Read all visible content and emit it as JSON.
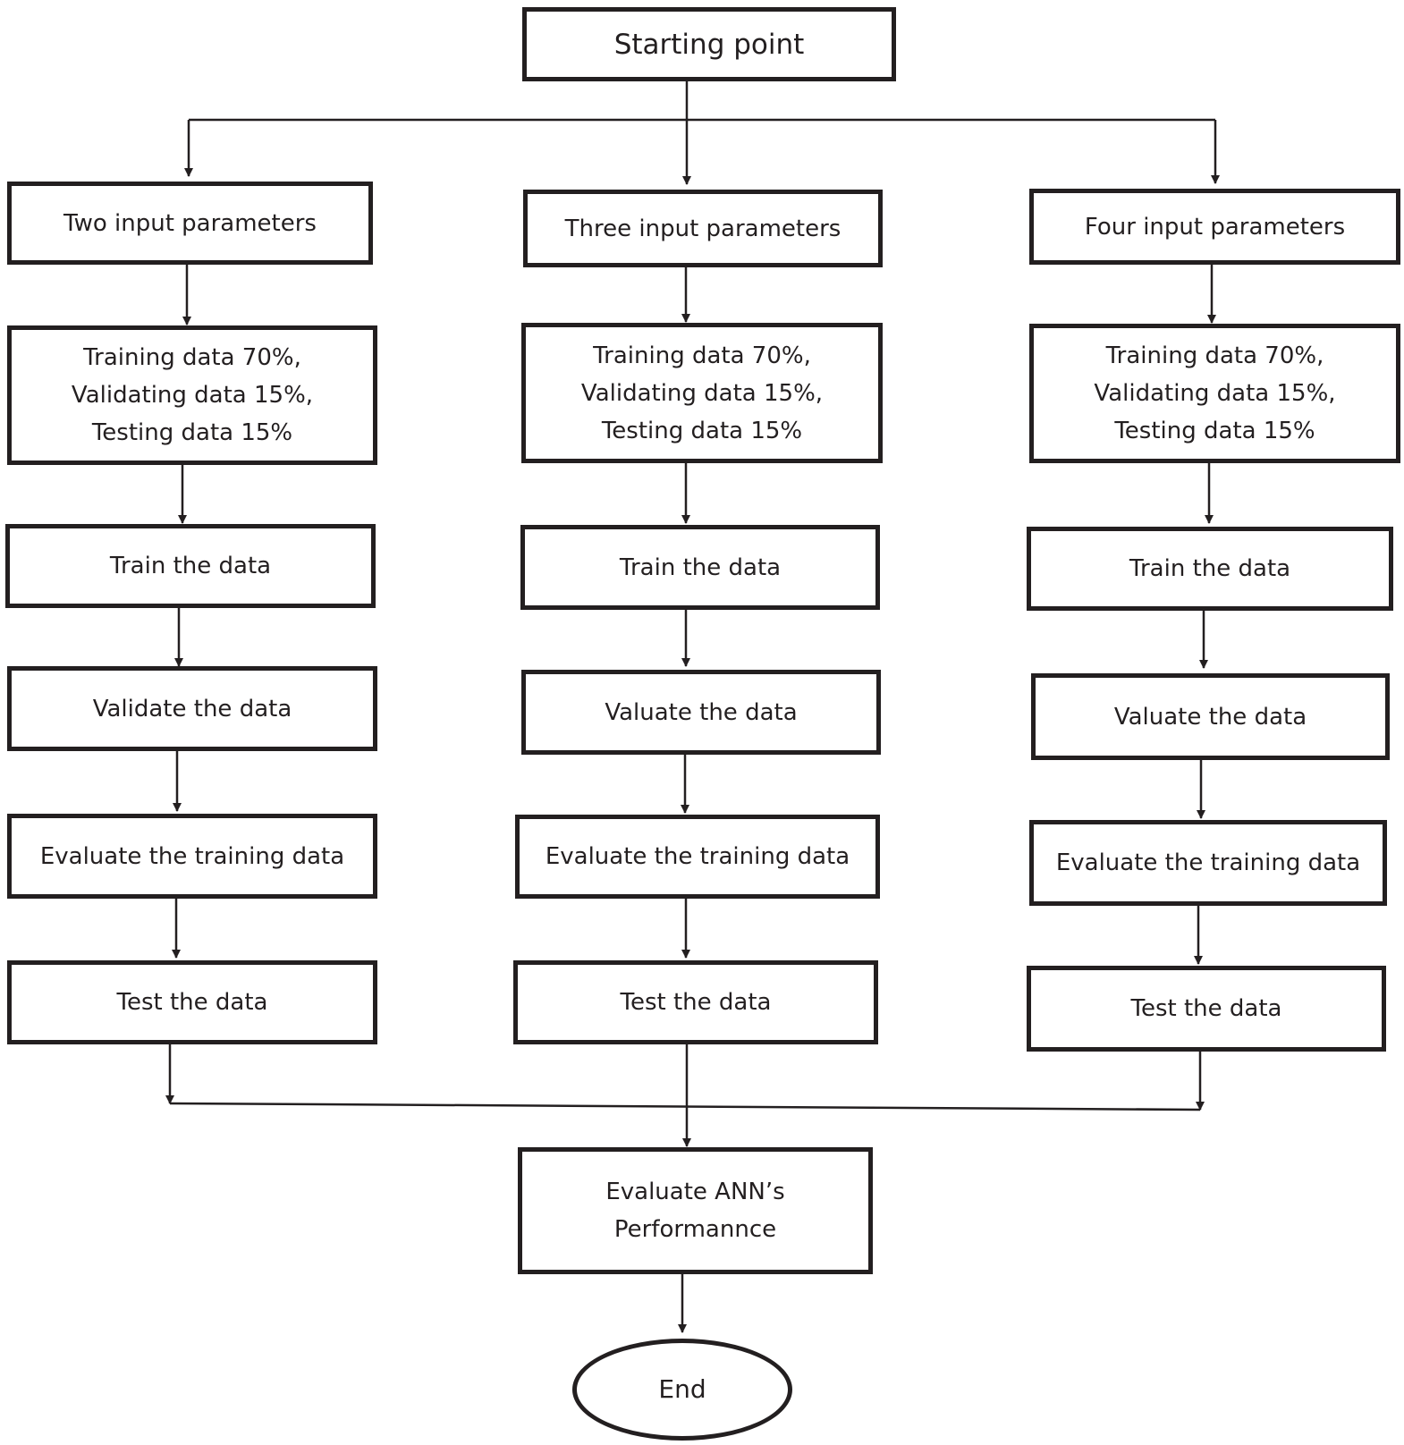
{
  "start": "Starting point",
  "columns": [
    {
      "id": "two",
      "label": "Two input parameters",
      "split": [
        "Training data 70%,",
        "Validating data 15%,",
        "Testing data 15%"
      ],
      "train": "Train the data",
      "validate": "Validate the data",
      "evaluate": "Evaluate the training data",
      "test": "Test the data"
    },
    {
      "id": "three",
      "label": "Three input parameters",
      "split": [
        "Training data 70%,",
        "Validating data 15%,",
        "Testing data 15%"
      ],
      "train": "Train the data",
      "validate": "Valuate the data",
      "evaluate": "Evaluate the training data",
      "test": "Test the data"
    },
    {
      "id": "four",
      "label": "Four input parameters",
      "split": [
        "Training data 70%,",
        "Validating data 15%,",
        "Testing data 15%"
      ],
      "train": "Train the data",
      "validate": "Valuate the data",
      "evaluate": "Evaluate the training data",
      "test": "Test the data"
    }
  ],
  "final": [
    "Evaluate ANN’s",
    "Performannce"
  ],
  "end": "End",
  "colors": {
    "stroke": "#231f20",
    "fill": "#ffffff"
  }
}
